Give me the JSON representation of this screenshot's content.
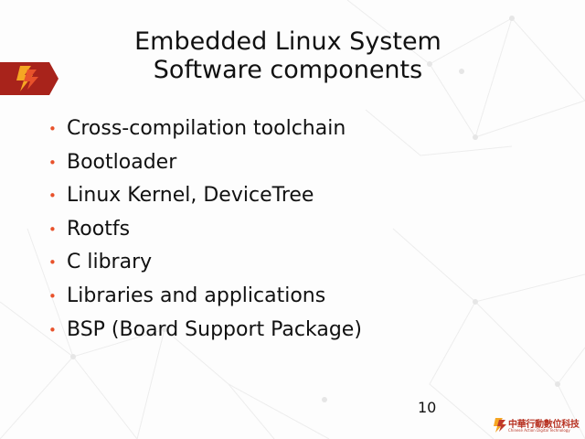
{
  "slide": {
    "title_line1": "Embedded Linux System",
    "title_line2": "Software components",
    "bullets": [
      "Cross-compilation toolchain",
      "Bootloader",
      "Linux Kernel, DeviceTree",
      "Rootfs",
      "C library",
      "Libraries and applications",
      "BSP (Board Support Package)"
    ],
    "bullet_glyph": "•",
    "page_number": "10"
  },
  "branding": {
    "company_cn": "中華行動數位科技",
    "company_en": "Chinese Action Digital Technology",
    "accent_color": "#e8522b",
    "logo_dark_red": "#a8231b"
  }
}
